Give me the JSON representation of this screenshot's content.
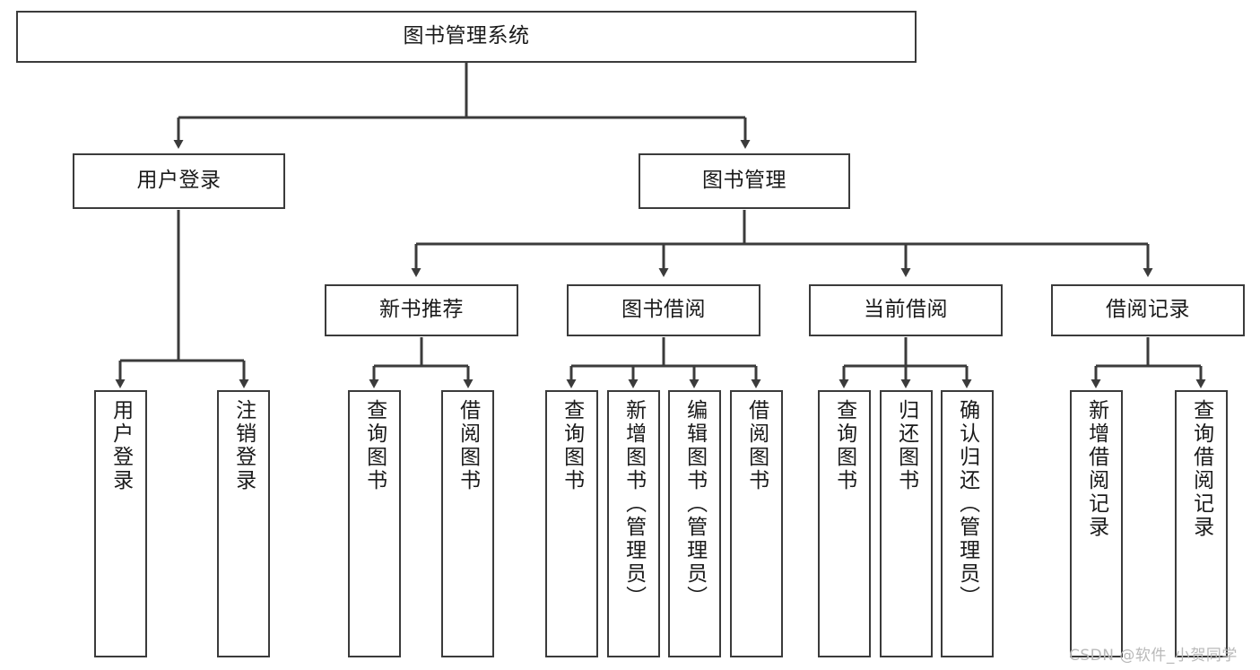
{
  "diagram": {
    "type": "tree-hierarchy-chart",
    "title": "图书管理系统",
    "stroke_color": "#3b3b3b",
    "fill_color": "#ffffff",
    "text_color": "#1a1a1a",
    "levels": [
      {
        "level": 1,
        "nodes": [
          {
            "id": "root",
            "label": "图书管理系统",
            "orientation": "horizontal"
          }
        ]
      },
      {
        "level": 2,
        "nodes": [
          {
            "id": "login",
            "label": "用户登录",
            "orientation": "horizontal",
            "parent": "root"
          },
          {
            "id": "bookmgmt",
            "label": "图书管理",
            "orientation": "horizontal",
            "parent": "root"
          }
        ]
      },
      {
        "level": 3,
        "nodes": [
          {
            "id": "newbook",
            "label": "新书推荐",
            "orientation": "horizontal",
            "parent": "bookmgmt"
          },
          {
            "id": "borrow",
            "label": "图书借阅",
            "orientation": "horizontal",
            "parent": "bookmgmt"
          },
          {
            "id": "current",
            "label": "当前借阅",
            "orientation": "horizontal",
            "parent": "bookmgmt"
          },
          {
            "id": "records",
            "label": "借阅记录",
            "orientation": "horizontal",
            "parent": "bookmgmt"
          }
        ]
      },
      {
        "level": 4,
        "nodes": [
          {
            "id": "leaf-user-login",
            "label": "用户登录",
            "orientation": "vertical",
            "parent": "login"
          },
          {
            "id": "leaf-user-logout",
            "label": "注销登录",
            "orientation": "vertical",
            "parent": "login"
          },
          {
            "id": "leaf-query-book-1",
            "label": "查询图书",
            "orientation": "vertical",
            "parent": "newbook"
          },
          {
            "id": "leaf-borrow-book-1",
            "label": "借阅图书",
            "orientation": "vertical",
            "parent": "newbook"
          },
          {
            "id": "leaf-query-book-2",
            "label": "查询图书",
            "orientation": "vertical",
            "parent": "borrow"
          },
          {
            "id": "leaf-add-book",
            "label": "新增图书（管理员）",
            "orientation": "vertical",
            "parent": "borrow"
          },
          {
            "id": "leaf-edit-book",
            "label": "编辑图书（管理员）",
            "orientation": "vertical",
            "parent": "borrow"
          },
          {
            "id": "leaf-borrow-book-2",
            "label": "借阅图书",
            "orientation": "vertical",
            "parent": "borrow"
          },
          {
            "id": "leaf-query-book-3",
            "label": "查询图书",
            "orientation": "vertical",
            "parent": "current"
          },
          {
            "id": "leaf-return-book",
            "label": "归还图书",
            "orientation": "vertical",
            "parent": "current"
          },
          {
            "id": "leaf-confirm-return",
            "label": "确认归还（管理员）",
            "orientation": "vertical",
            "parent": "current"
          },
          {
            "id": "leaf-add-record",
            "label": "新增借阅记录",
            "orientation": "vertical",
            "parent": "records"
          },
          {
            "id": "leaf-query-record",
            "label": "查询借阅记录",
            "orientation": "vertical",
            "parent": "records"
          }
        ]
      }
    ]
  },
  "watermark": {
    "text": "CSDN @软件_小贺同学"
  }
}
